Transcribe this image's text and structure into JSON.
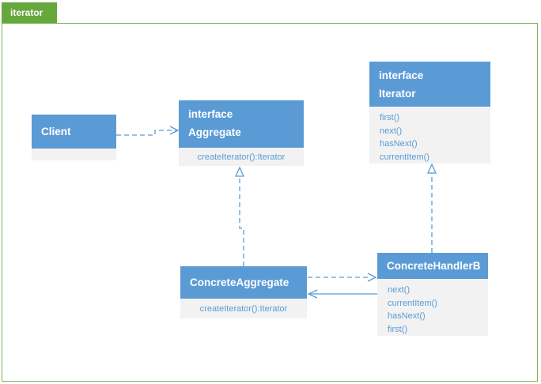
{
  "window": {
    "tab_label": "iterator"
  },
  "colors": {
    "accent_blue": "#5b9bd5",
    "member_body_gray": "#f2f2f2",
    "tab_green": "#66a83d",
    "frame_green": "#7fb254"
  },
  "classes": [
    {
      "id": "client",
      "name": "Client",
      "members": []
    },
    {
      "id": "aggregate",
      "stereotype": "interface",
      "name": "Aggregate",
      "members": [
        "createIterator():Iterator"
      ]
    },
    {
      "id": "iterator",
      "stereotype": "interface",
      "name": "Iterator",
      "members": [
        "first()",
        "next()",
        "hasNext()",
        "currentItem()"
      ]
    },
    {
      "id": "concrete-aggregate",
      "name": "ConcreteAggregate",
      "members": [
        "createIterator():Iterator"
      ]
    },
    {
      "id": "concrete-handler-b",
      "name": "ConcreteHandlerB",
      "members": [
        "next()",
        "currentItem()",
        "hasNext()",
        "first()"
      ]
    }
  ],
  "relations": [
    {
      "from": "Client",
      "to": "Aggregate",
      "type": "dependency",
      "line": "dashed",
      "head": "open-arrow"
    },
    {
      "from": "ConcreteAggregate",
      "to": "Aggregate",
      "type": "realization",
      "line": "dashed",
      "head": "hollow-triangle"
    },
    {
      "from": "ConcreteHandlerB",
      "to": "Iterator",
      "type": "realization",
      "line": "dashed",
      "head": "hollow-triangle"
    },
    {
      "from": "ConcreteAggregate",
      "to": "ConcreteHandlerB",
      "type": "dependency",
      "line": "dashed",
      "head": "open-arrow"
    },
    {
      "from": "ConcreteHandlerB",
      "to": "ConcreteAggregate",
      "type": "association",
      "line": "solid",
      "head": "open-arrow"
    }
  ]
}
